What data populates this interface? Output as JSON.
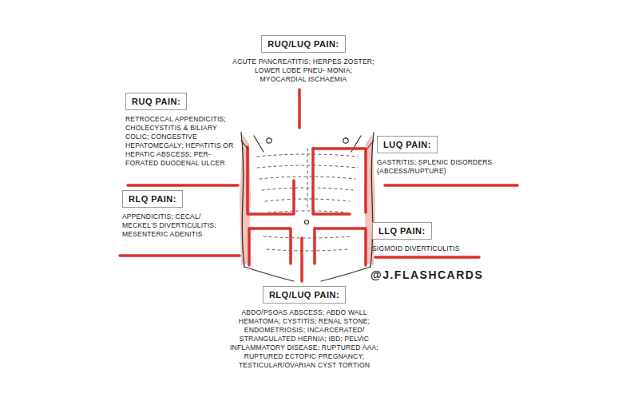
{
  "diagram": {
    "nodes": [
      {
        "text": [
          "RUQ/LUQ PAIN:",
          "ACUTE PANCREATITIS; HERPES ZOSTER; LOWER LOBE PNEU- MONIA; MYOCARDIAL ISCHAEMIA"
        ]
      },
      {
        "text": [
          "RUQ PAIN:",
          "RETROCECAL APPENDICITIS; CHOLECYSTITIS & BILIARY COLIC; CONGESTIVE HEPATOMEGALY; HEPATITIS OR HEPATIC ABSCESS; PER- FORATED DUODENAL ULCER"
        ]
      },
      {
        "text": [
          "LUQ PAIN:",
          "GASTRITIS; SPLENIC DISORDERS (ABCESS/RUPTURE)"
        ]
      },
      {
        "text": [
          "RLQ PAIN:",
          "APPENDICITIS; CECAL/ MECKEL'S DIVERTICULITIS; MESENTERIC ADENITIS"
        ]
      },
      {
        "text": [
          "LLQ PAIN:",
          "SIGMOID DIVERTICULITIS"
        ]
      },
      {
        "text": [
          "RLQ/LUQ PAIN:",
          "ABDO/PSOAS ABSCESS; ABDO WALL HEMATOMA; CYSTITIS; RENAL STONE; ENDOMETRIOSIS; INCARCERATED/ STRANGULATED HERNIA; IBD; PELVIC INFLAMMATORY DISEASE; RUPTURED AAA; RUPTURED ECTOPIC PREGNANCY; TESTICULAR/OVARIAN CYST TORTION"
        ]
      }
    ],
    "labels": [
      "@J.FLASHCARDS"
    ]
  }
}
